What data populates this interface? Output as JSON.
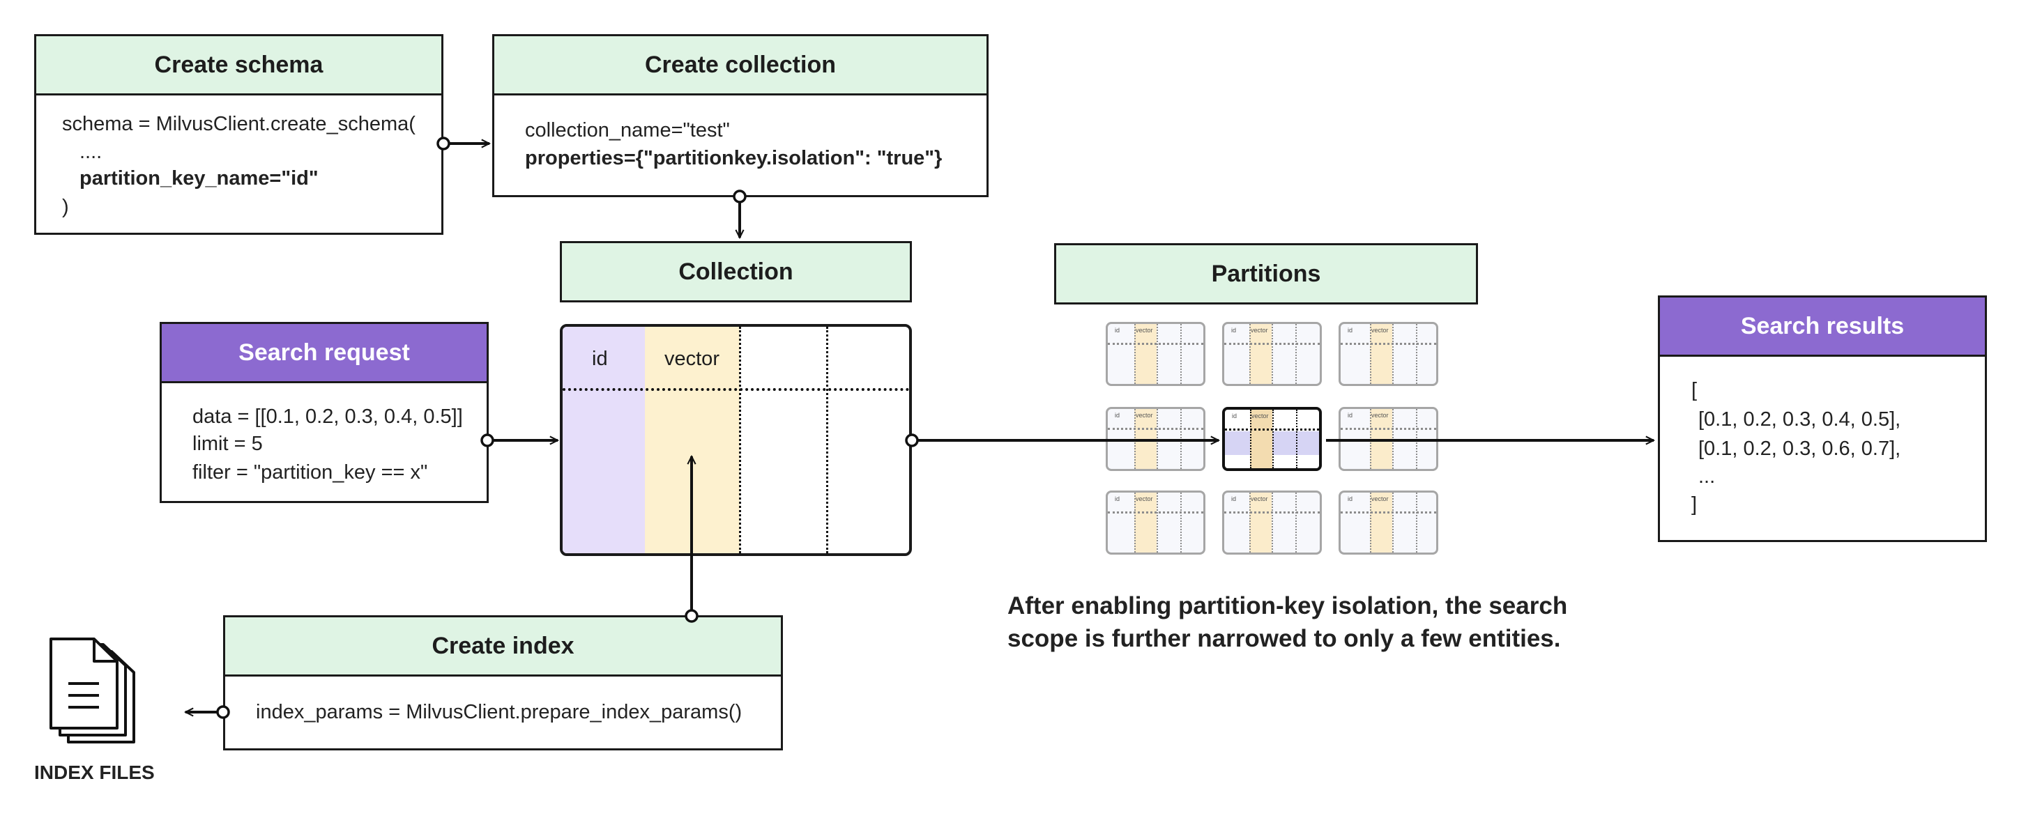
{
  "schema": {
    "title": "Create schema",
    "line1": "schema = MilvusClient.create_schema(",
    "line2": "....",
    "line3": "partition_key_name=\"id\"",
    "line4": ")"
  },
  "create_collection": {
    "title": "Create collection",
    "line1": "collection_name=\"test\"",
    "line2": "properties={\"partitionkey.isolation\": \"true\"}"
  },
  "collection": {
    "title": "Collection",
    "col_id": "id",
    "col_vector": "vector"
  },
  "search_request": {
    "title": "Search request",
    "line1": "data = [[0.1, 0.2, 0.3, 0.4, 0.5]]",
    "line2": "limit = 5",
    "line3": "filter = \"partition_key == x\""
  },
  "partitions": {
    "title": "Partitions",
    "mini_id": "id",
    "mini_vector": "vector"
  },
  "search_results": {
    "title": "Search results",
    "line1": "[",
    "line2": "[0.1, 0.2, 0.3, 0.4, 0.5],",
    "line3": "[0.1, 0.2, 0.3, 0.6, 0.7],",
    "line4": "...",
    "line5": "]"
  },
  "create_index": {
    "title": "Create index",
    "line1": "index_params = MilvusClient.prepare_index_params()"
  },
  "index_files": {
    "label": "INDEX FILES",
    "icon": "document-stack-icon"
  },
  "caption": {
    "line1": "After enabling partition-key isolation, the search",
    "line2": "scope is further narrowed to only a few entities."
  },
  "colors": {
    "green_header": "#dff4e4",
    "purple_header": "#8c6ad0",
    "id_column": "#e6defa",
    "vector_column": "#fdf1cf",
    "highlight_row": "#d6d4f4"
  }
}
